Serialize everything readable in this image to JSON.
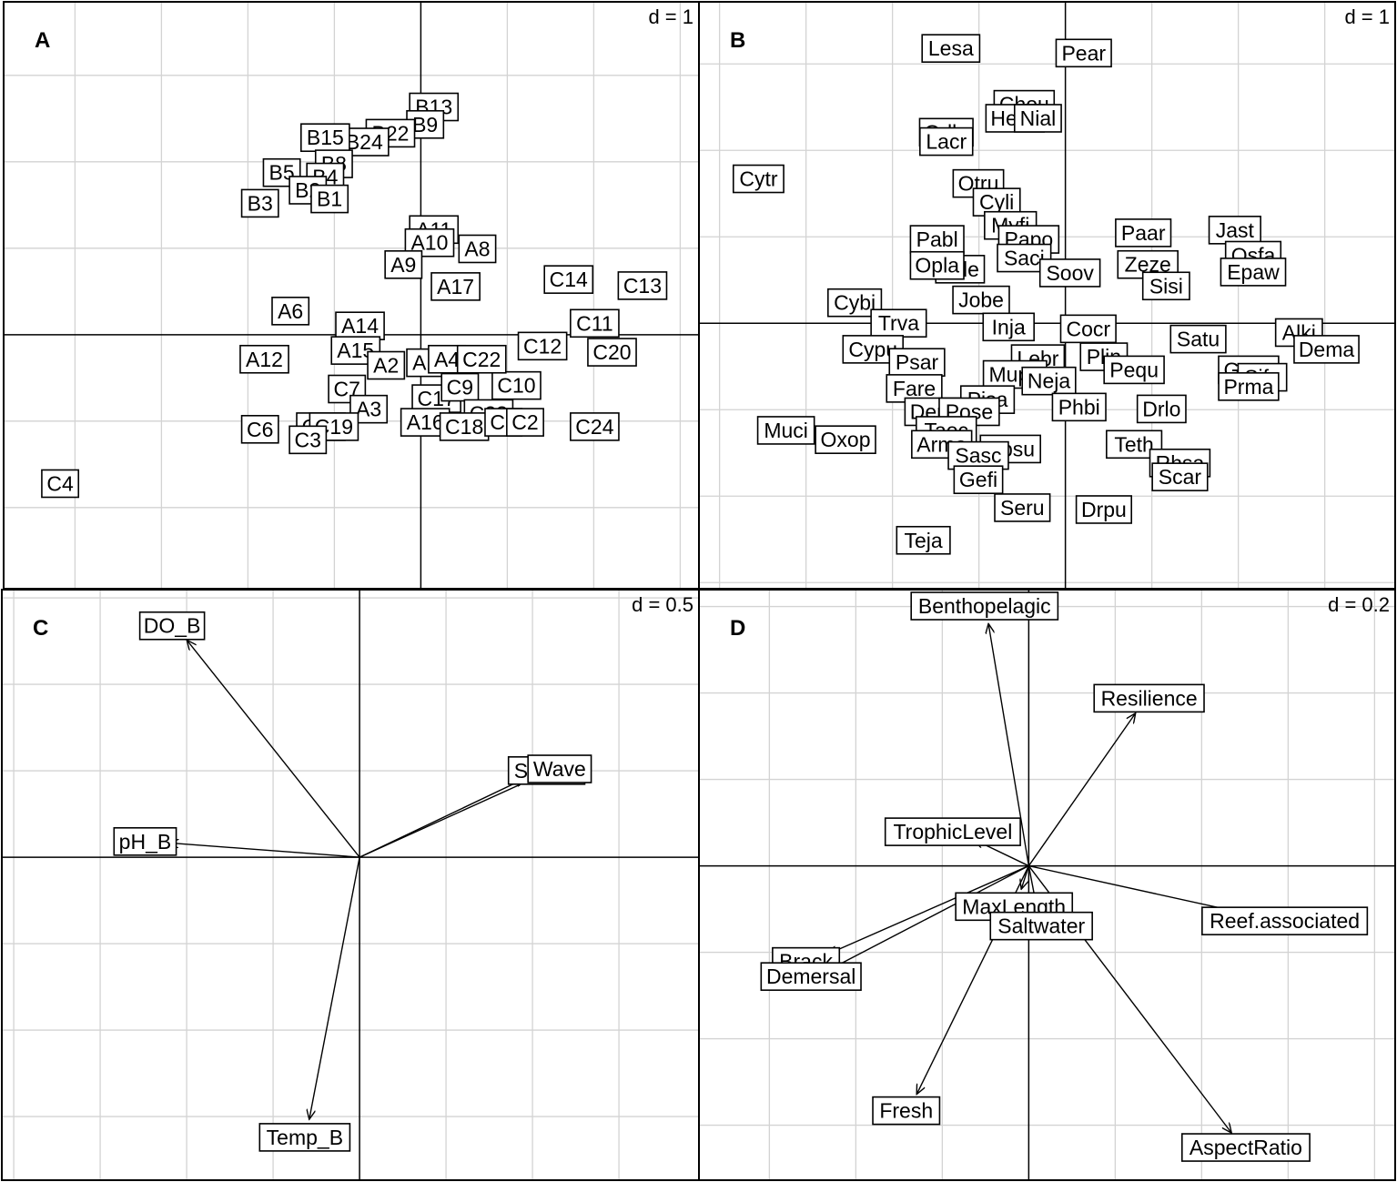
{
  "chart_data": [
    {
      "type": "scatter",
      "panel": "A",
      "title": "",
      "d_label": "d = 1",
      "grid": true,
      "xlim": [
        -4.8,
        3.2
      ],
      "ylim": [
        -2.9,
        3.8
      ],
      "points": [
        {
          "label": "B13",
          "x": 0.15,
          "y": 2.6
        },
        {
          "label": "B9",
          "x": 0.05,
          "y": 2.4
        },
        {
          "label": "B22",
          "x": -0.35,
          "y": 2.3
        },
        {
          "label": "B24",
          "x": -0.65,
          "y": 2.2
        },
        {
          "label": "B15",
          "x": -1.1,
          "y": 2.25
        },
        {
          "label": "B8",
          "x": -1.0,
          "y": 1.95
        },
        {
          "label": "B5",
          "x": -1.6,
          "y": 1.85
        },
        {
          "label": "B4",
          "x": -1.1,
          "y": 1.8
        },
        {
          "label": "B2",
          "x": -1.3,
          "y": 1.65
        },
        {
          "label": "B1",
          "x": -1.05,
          "y": 1.55
        },
        {
          "label": "B3",
          "x": -1.85,
          "y": 1.5
        },
        {
          "label": "A11",
          "x": 0.15,
          "y": 1.2
        },
        {
          "label": "A10",
          "x": 0.1,
          "y": 1.05
        },
        {
          "label": "A8",
          "x": 0.65,
          "y": 0.98
        },
        {
          "label": "A9",
          "x": -0.2,
          "y": 0.8
        },
        {
          "label": "A17",
          "x": 0.4,
          "y": 0.55
        },
        {
          "label": "A6",
          "x": -1.5,
          "y": 0.27
        },
        {
          "label": "A14",
          "x": -0.7,
          "y": 0.1
        },
        {
          "label": "A15",
          "x": -0.75,
          "y": -0.18
        },
        {
          "label": "A12",
          "x": -1.8,
          "y": -0.28
        },
        {
          "label": "A2",
          "x": -0.4,
          "y": -0.35
        },
        {
          "label": "A1",
          "x": 0.05,
          "y": -0.32
        },
        {
          "label": "A4",
          "x": 0.3,
          "y": -0.28
        },
        {
          "label": "C7",
          "x": -0.85,
          "y": -0.62
        },
        {
          "label": "A3",
          "x": -0.6,
          "y": -0.85
        },
        {
          "label": "C17",
          "x": 0.18,
          "y": -0.73
        },
        {
          "label": "C9",
          "x": 0.45,
          "y": -0.6
        },
        {
          "label": "C10",
          "x": 1.1,
          "y": -0.58
        },
        {
          "label": "C22",
          "x": 0.7,
          "y": -0.28
        },
        {
          "label": "C23",
          "x": 0.78,
          "y": -0.9
        },
        {
          "label": "A16",
          "x": 0.05,
          "y": -1.0
        },
        {
          "label": "C18",
          "x": 0.5,
          "y": -1.05
        },
        {
          "label": "C5",
          "x": 0.95,
          "y": -1.0
        },
        {
          "label": "C2",
          "x": 1.2,
          "y": -1.0
        },
        {
          "label": "C21",
          "x": -1.15,
          "y": -1.05
        },
        {
          "label": "C19",
          "x": -1.0,
          "y": -1.05
        },
        {
          "label": "C6",
          "x": -1.85,
          "y": -1.08
        },
        {
          "label": "C3",
          "x": -1.3,
          "y": -1.2
        },
        {
          "label": "C14",
          "x": 1.7,
          "y": 0.63
        },
        {
          "label": "C13",
          "x": 2.55,
          "y": 0.56
        },
        {
          "label": "C11",
          "x": 2.0,
          "y": 0.13
        },
        {
          "label": "C12",
          "x": 1.4,
          "y": -0.13
        },
        {
          "label": "C20",
          "x": 2.2,
          "y": -0.2
        },
        {
          "label": "C24",
          "x": 2.0,
          "y": -1.05
        },
        {
          "label": "C4",
          "x": -4.15,
          "y": -1.7
        }
      ]
    },
    {
      "type": "scatter",
      "panel": "B",
      "title": "",
      "d_label": "d = 1",
      "grid": true,
      "xlim": [
        -4.0,
        3.6
      ],
      "ylim": [
        -2.85,
        3.45
      ],
      "points": [
        {
          "label": "Lesa",
          "x": -1.25,
          "y": 2.95
        },
        {
          "label": "Pear",
          "x": 0.2,
          "y": 2.9
        },
        {
          "label": "Chou",
          "x": -0.45,
          "y": 2.35
        },
        {
          "label": "Hemi",
          "x": -0.55,
          "y": 2.2
        },
        {
          "label": "Nial",
          "x": -0.3,
          "y": 2.2
        },
        {
          "label": "Odla",
          "x": -1.3,
          "y": 2.05
        },
        {
          "label": "Lacr",
          "x": -1.3,
          "y": 1.95
        },
        {
          "label": "Cytr",
          "x": -3.35,
          "y": 1.55
        },
        {
          "label": "Otru",
          "x": -0.95,
          "y": 1.5
        },
        {
          "label": "Cyli",
          "x": -0.75,
          "y": 1.3
        },
        {
          "label": "Myfi",
          "x": -0.6,
          "y": 1.05
        },
        {
          "label": "Pabl",
          "x": -1.4,
          "y": 0.9
        },
        {
          "label": "Papo",
          "x": -0.4,
          "y": 0.9
        },
        {
          "label": "Paar",
          "x": 0.85,
          "y": 0.97
        },
        {
          "label": "Jast",
          "x": 1.85,
          "y": 1.0
        },
        {
          "label": "Osfa",
          "x": 2.05,
          "y": 0.73
        },
        {
          "label": "Epaw",
          "x": 2.05,
          "y": 0.55
        },
        {
          "label": "Saci",
          "x": -0.45,
          "y": 0.7
        },
        {
          "label": "Urle",
          "x": -1.15,
          "y": 0.58
        },
        {
          "label": "Opla",
          "x": -1.4,
          "y": 0.62
        },
        {
          "label": "Soov",
          "x": 0.05,
          "y": 0.54
        },
        {
          "label": "Zeze",
          "x": 0.9,
          "y": 0.63
        },
        {
          "label": "Sisi",
          "x": 1.1,
          "y": 0.4
        },
        {
          "label": "Jobe",
          "x": -0.92,
          "y": 0.25
        },
        {
          "label": "Cybi",
          "x": -2.3,
          "y": 0.22
        },
        {
          "label": "Trva",
          "x": -1.82,
          "y": 0.0
        },
        {
          "label": "Inja",
          "x": -0.62,
          "y": -0.04
        },
        {
          "label": "Cocr",
          "x": 0.25,
          "y": -0.06
        },
        {
          "label": "Satu",
          "x": 1.45,
          "y": -0.17
        },
        {
          "label": "Alki",
          "x": 2.55,
          "y": -0.1
        },
        {
          "label": "Dema",
          "x": 2.85,
          "y": -0.28
        },
        {
          "label": "Cypu",
          "x": -2.1,
          "y": -0.28
        },
        {
          "label": "Psar",
          "x": -1.62,
          "y": -0.42
        },
        {
          "label": "Lebr",
          "x": -0.3,
          "y": -0.38
        },
        {
          "label": "Plin",
          "x": 0.42,
          "y": -0.36
        },
        {
          "label": "Pequ",
          "x": 0.75,
          "y": -0.5
        },
        {
          "label": "Gesp",
          "x": 2.0,
          "y": -0.5
        },
        {
          "label": "Sifu",
          "x": 2.15,
          "y": -0.58
        },
        {
          "label": "Prma",
          "x": 2.0,
          "y": -0.68
        },
        {
          "label": "Mupa",
          "x": -0.55,
          "y": -0.55
        },
        {
          "label": "Neja",
          "x": -0.18,
          "y": -0.62
        },
        {
          "label": "Fare",
          "x": -1.65,
          "y": -0.7
        },
        {
          "label": "Pisa",
          "x": -0.85,
          "y": -0.82
        },
        {
          "label": "Phbi",
          "x": 0.15,
          "y": -0.9
        },
        {
          "label": "Drlo",
          "x": 1.05,
          "y": -0.92
        },
        {
          "label": "Deru",
          "x": -1.45,
          "y": -0.95
        },
        {
          "label": "Pose",
          "x": -1.05,
          "y": -0.95
        },
        {
          "label": "Muci",
          "x": -3.05,
          "y": -1.15
        },
        {
          "label": "Oxop",
          "x": -2.4,
          "y": -1.25
        },
        {
          "label": "Taoc",
          "x": -1.3,
          "y": -1.15
        },
        {
          "label": "Arma",
          "x": -1.35,
          "y": -1.3
        },
        {
          "label": "Upsu",
          "x": -0.6,
          "y": -1.35
        },
        {
          "label": "Teth",
          "x": 0.75,
          "y": -1.3
        },
        {
          "label": "Rhsa",
          "x": 1.25,
          "y": -1.5
        },
        {
          "label": "Scar",
          "x": 1.25,
          "y": -1.65
        },
        {
          "label": "Sasc",
          "x": -0.95,
          "y": -1.42
        },
        {
          "label": "Gefi",
          "x": -0.95,
          "y": -1.68
        },
        {
          "label": "Seru",
          "x": -0.47,
          "y": -1.98
        },
        {
          "label": "Drpu",
          "x": 0.42,
          "y": -2.0
        },
        {
          "label": "Teja",
          "x": -1.55,
          "y": -2.33
        }
      ]
    },
    {
      "type": "biplot",
      "panel": "C",
      "title": "",
      "d_label": "d = 0.5",
      "grid": true,
      "xlim": [
        -1.95,
        1.85
      ],
      "ylim": [
        -1.75,
        1.45
      ],
      "arrows": [
        {
          "label": "DO_B",
          "x": -0.96,
          "y": 1.2
        },
        {
          "label": "pH_B",
          "x": -1.07,
          "y": 0.08
        },
        {
          "label": "SAL_B",
          "x": 0.93,
          "y": 0.44
        },
        {
          "label": "Wave",
          "x": 1.0,
          "y": 0.45
        },
        {
          "label": "Temp_B",
          "x": -0.28,
          "y": -1.45
        }
      ]
    },
    {
      "type": "biplot",
      "panel": "D",
      "title": "",
      "d_label": "d = 0.2",
      "grid": true,
      "xlim": [
        -0.72,
        0.8
      ],
      "ylim": [
        -0.66,
        0.58
      ],
      "arrows": [
        {
          "label": "Benthopelagic",
          "x": -0.09,
          "y": 0.52
        },
        {
          "label": "Resilience",
          "x": 0.24,
          "y": 0.33
        },
        {
          "label": "TrophicLevel",
          "x": -0.13,
          "y": 0.06
        },
        {
          "label": "MaxLength",
          "x": -0.02,
          "y": -0.06
        },
        {
          "label": "Saltwater",
          "x": 0.02,
          "y": -0.1
        },
        {
          "label": "Reef.associated",
          "x": 0.52,
          "y": -0.11
        },
        {
          "label": "Brack",
          "x": -0.45,
          "y": -0.19
        },
        {
          "label": "Demersal",
          "x": -0.44,
          "y": -0.22
        },
        {
          "label": "Fresh",
          "x": -0.25,
          "y": -0.49
        },
        {
          "label": "AspectRatio",
          "x": 0.45,
          "y": -0.57
        }
      ]
    }
  ]
}
